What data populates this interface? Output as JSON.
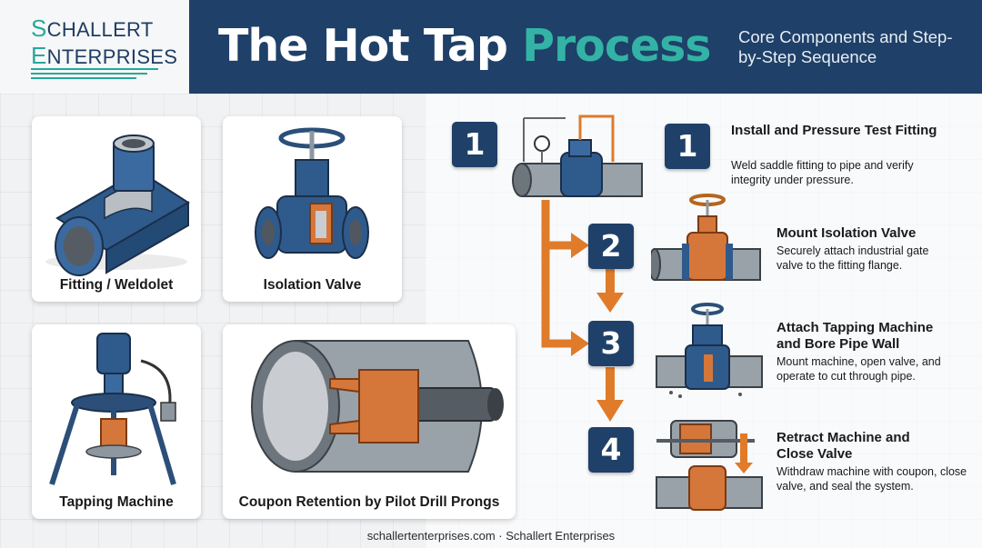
{
  "logo": {
    "line1_cap": "S",
    "line1_rest": "CHALLERT",
    "line2_cap": "E",
    "line2_rest": "NTERPRISES"
  },
  "header": {
    "title_main": "The Hot Tap",
    "title_highlight": "Process",
    "subtitle": "Core Components and Step-by-Step Sequence"
  },
  "components": [
    {
      "label": "Fitting / Weldolet"
    },
    {
      "label": "Isolation Valve"
    },
    {
      "label": "Tapping Machine"
    },
    {
      "label": "Coupon Retention by Pilot Drill Prongs"
    }
  ],
  "flow_badges": [
    "1",
    "2",
    "3",
    "4"
  ],
  "steps": [
    {
      "number": "1",
      "title": "Install and Pressure Test Fitting",
      "desc": "Weld saddle fitting to pipe and verify integrity under pressure."
    },
    {
      "number": "2",
      "title": "Mount Isolation Valve",
      "desc": "Securely attach industrial gate valve to the fitting flange."
    },
    {
      "number": "3",
      "title": "Attach Tapping Machine and Bore Pipe Wall",
      "desc": "Mount machine, open valve, and operate to cut through pipe."
    },
    {
      "number": "4",
      "title": "Retract Machine and Close Valve",
      "desc": "Withdraw machine with coupon, close valve, and seal the system."
    }
  ],
  "footer": {
    "text": "schallertenterprises.com · Schallert Enterprises"
  },
  "colors": {
    "navy": "#1f4068",
    "teal": "#33b3a5",
    "orange": "#e07b2a",
    "steel": "#8e979f"
  }
}
